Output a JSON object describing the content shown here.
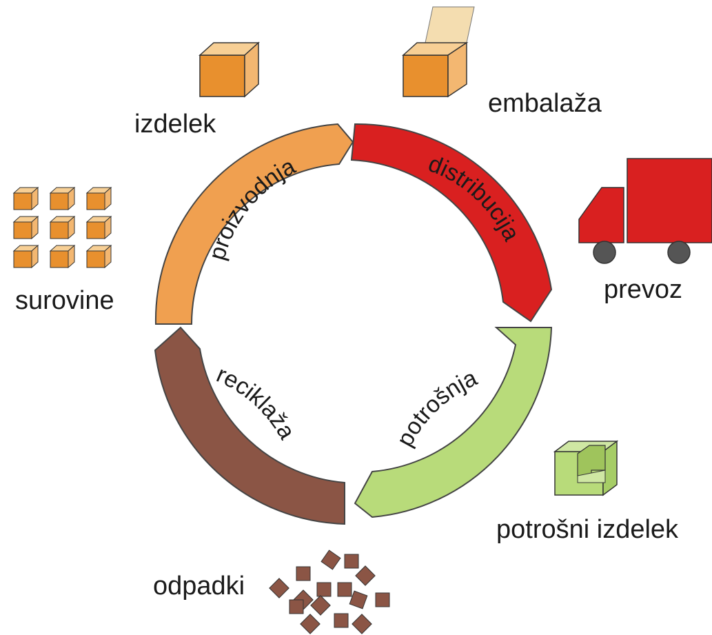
{
  "diagram": {
    "segments": [
      {
        "id": "proizvodnja",
        "label": "proizvodnja",
        "color": "#f0a050"
      },
      {
        "id": "distribucija",
        "label": "distribucija",
        "color": "#d92020"
      },
      {
        "id": "potrosnja",
        "label": "potrošnja",
        "color": "#b8db7a"
      },
      {
        "id": "reciklaza",
        "label": "reciklaža",
        "color": "#8b5545"
      }
    ],
    "outer_labels": {
      "izdelek": "izdelek",
      "embalaza": "embalaža",
      "prevoz": "prevoz",
      "surovine": "surovine",
      "potrosni_izdelek": "potrošni izdelek",
      "odpadki": "odpadki"
    },
    "colors": {
      "box_front": "#e8902e",
      "box_side": "#f3b771",
      "box_top": "#f7cf95",
      "flap": "#f4ddb0",
      "truck": "#d92020",
      "wheel": "#555555",
      "green_box": "#b8db7a",
      "waste": "#8b5545"
    }
  }
}
